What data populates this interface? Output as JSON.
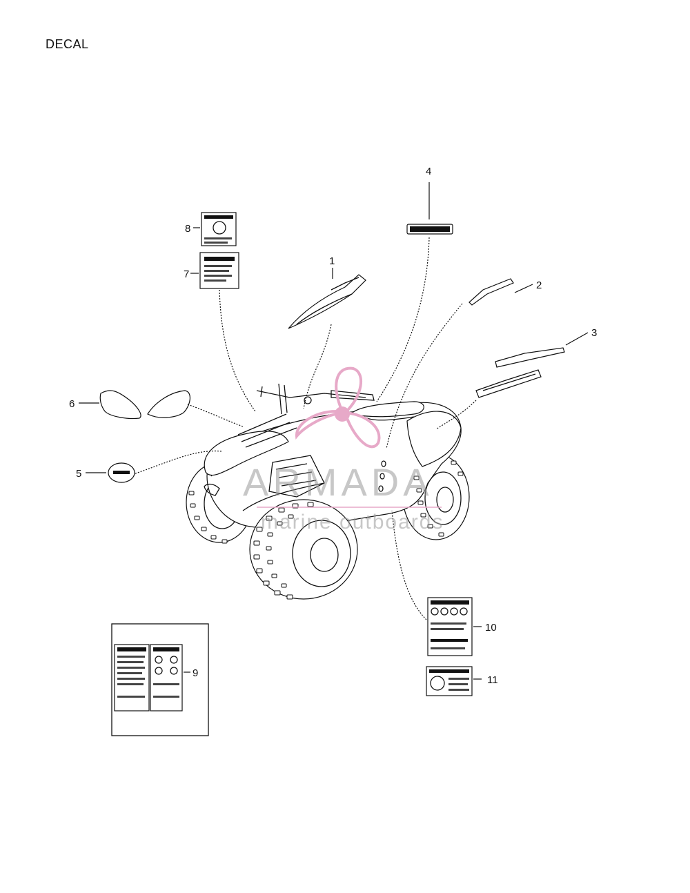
{
  "title": "DECAL",
  "callouts": [
    "1",
    "2",
    "3",
    "4",
    "5",
    "6",
    "7",
    "8",
    "9",
    "10",
    "11"
  ],
  "watermark": {
    "brand": "ARMADA",
    "tagline": "marine outboards",
    "color": "#e7a9c8"
  },
  "icons": {
    "atv": "atv-illustration",
    "label": "warning-label-icon"
  }
}
